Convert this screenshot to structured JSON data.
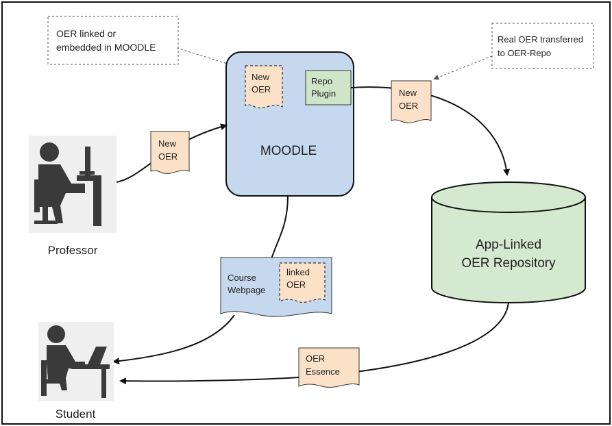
{
  "notes": {
    "moodle_embed": [
      "OER linked or",
      "embedded in MOODLE"
    ],
    "transfer": [
      "Real OER transferred",
      "to OER-Repo"
    ]
  },
  "moodle": {
    "label": "MOODLE",
    "new_oer": [
      "New",
      "OER"
    ],
    "repo_plugin": [
      "Repo",
      "Plugin"
    ]
  },
  "documents": {
    "professor_new_oer": [
      "New",
      "OER"
    ],
    "transfer_new_oer": [
      "New",
      "OER"
    ],
    "oer_essence": [
      "OER",
      "Essence"
    ]
  },
  "course_webpage": {
    "label": [
      "Course",
      "Webpage"
    ],
    "linked_oer": [
      "linked",
      "OER"
    ]
  },
  "repository": {
    "label": [
      "App-Linked",
      "OER Repository"
    ]
  },
  "actors": {
    "professor": "Professor",
    "student": "Student"
  },
  "colors": {
    "moodle_fill": "#c5d8ee",
    "repo_fill": "#d5e8d0",
    "doc_fill": "#fbe1c8",
    "plugin_fill": "#d0e4c8",
    "icon": "#3a3a3a"
  }
}
